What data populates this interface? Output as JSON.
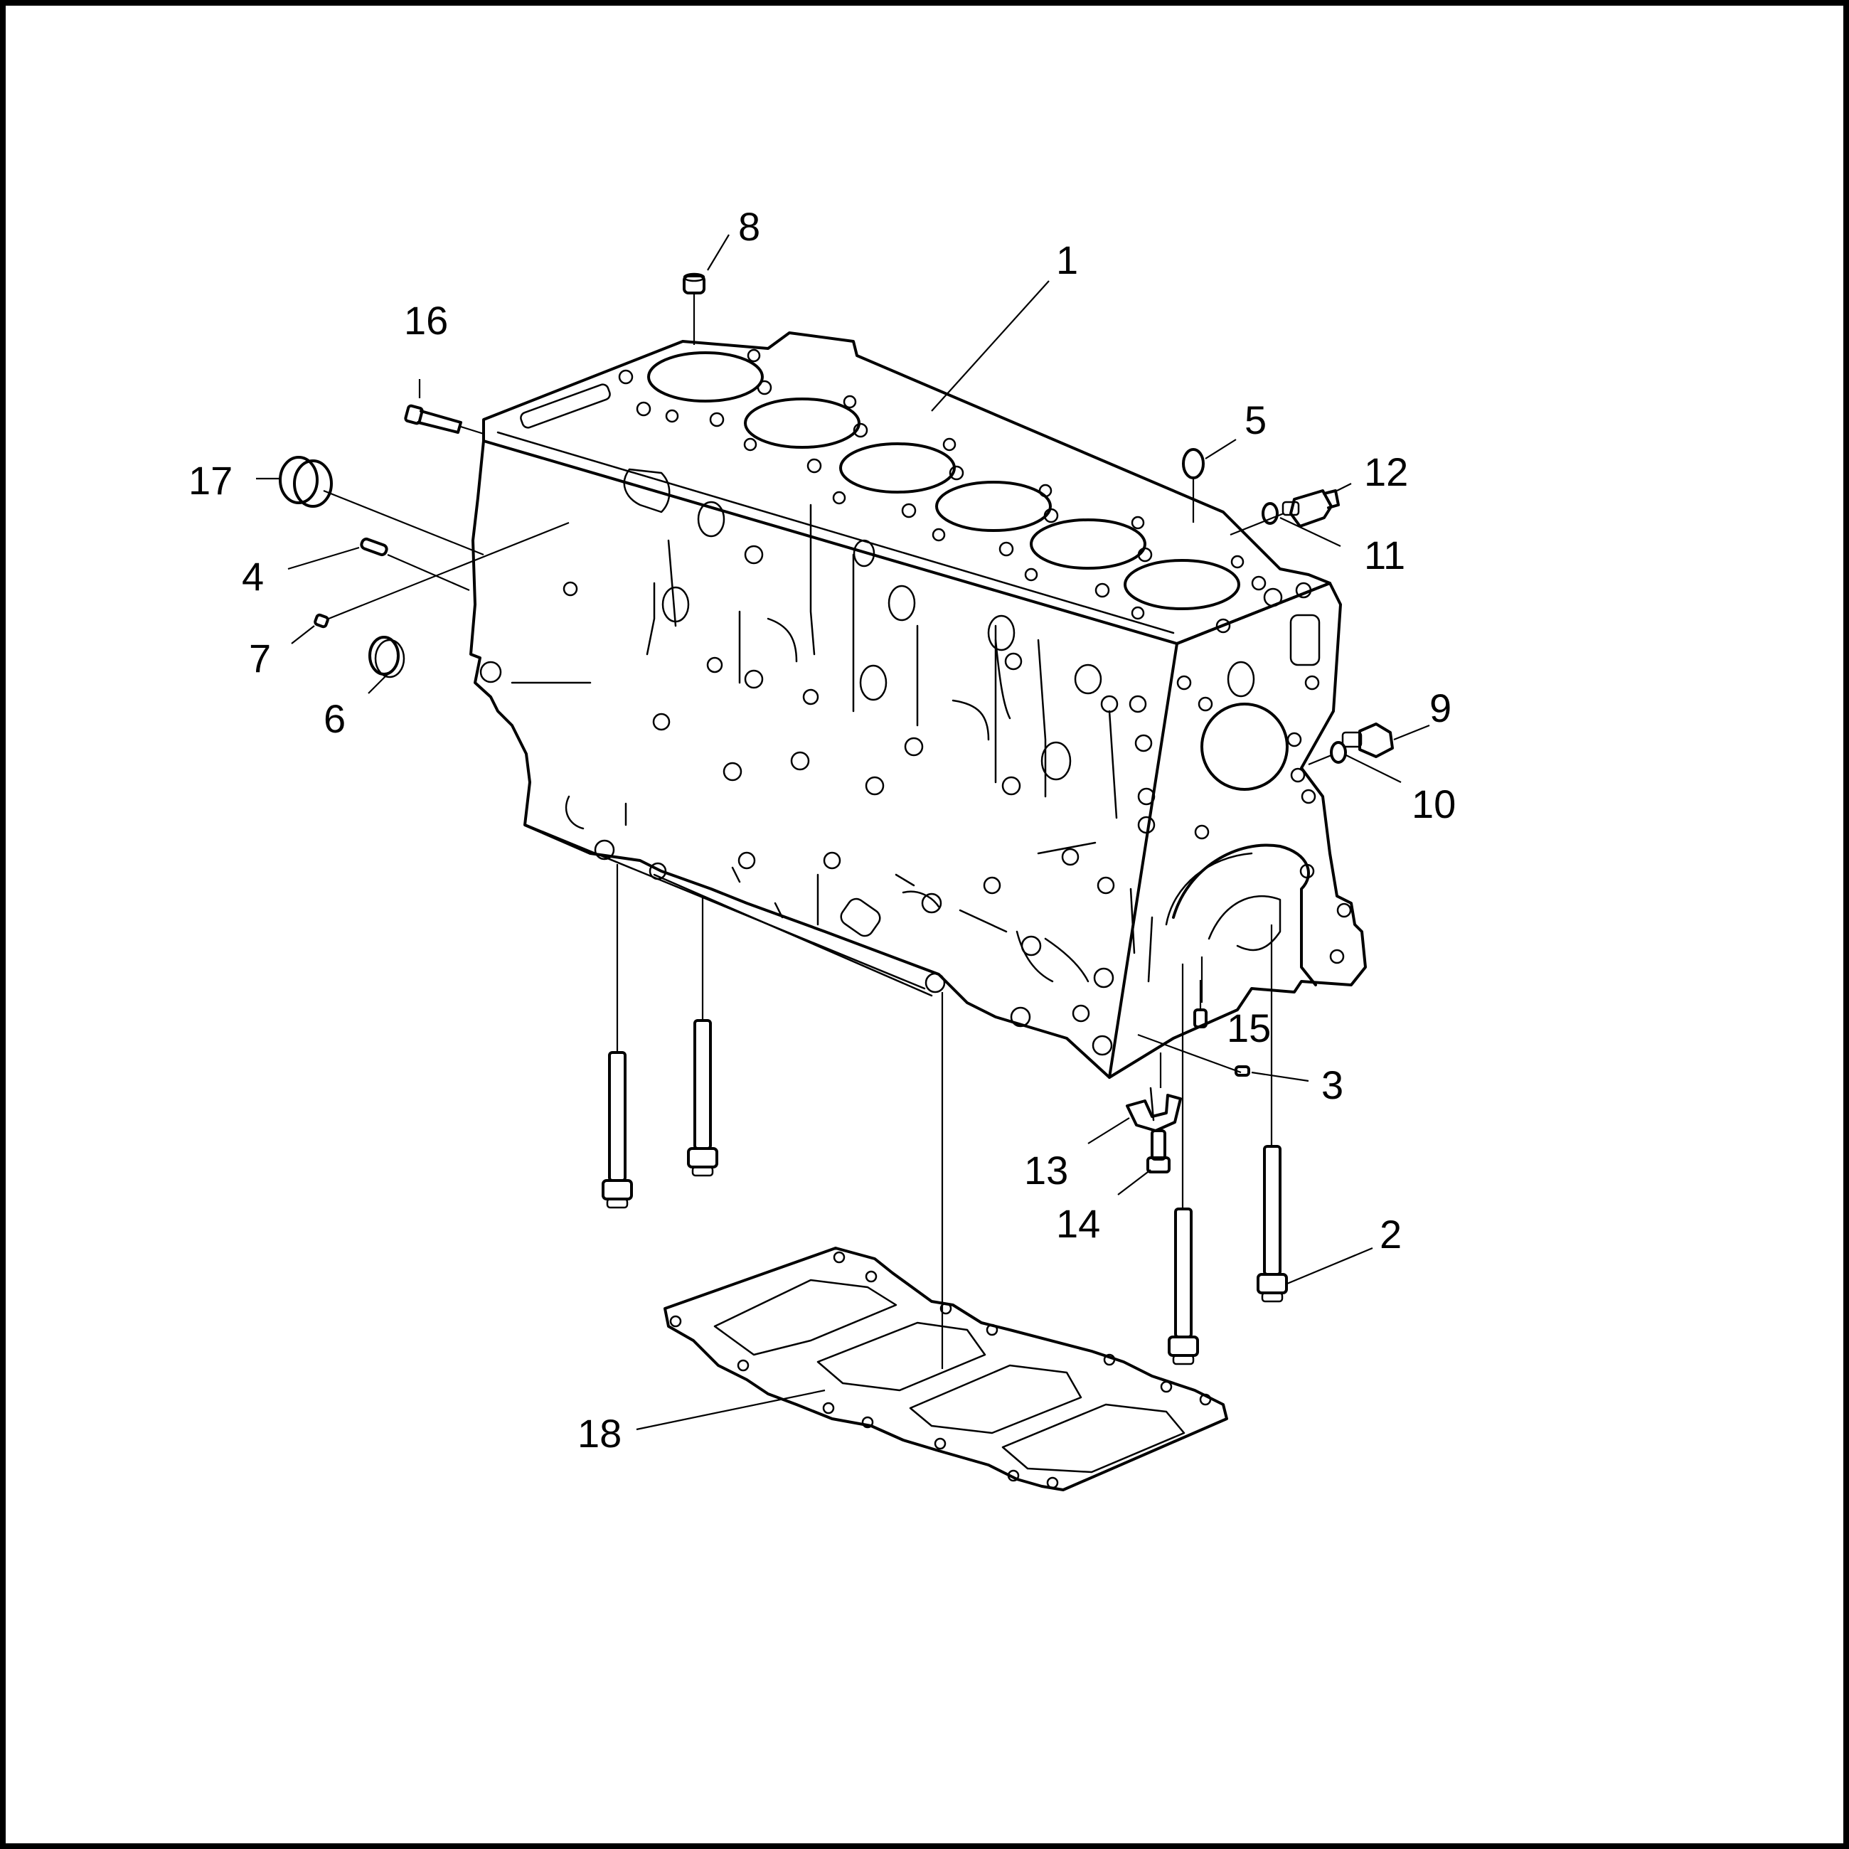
{
  "diagram": {
    "callouts": [
      {
        "id": "c1",
        "text": "1"
      },
      {
        "id": "c2",
        "text": "2"
      },
      {
        "id": "c3",
        "text": "3"
      },
      {
        "id": "c4",
        "text": "4"
      },
      {
        "id": "c5",
        "text": "5"
      },
      {
        "id": "c6",
        "text": "6"
      },
      {
        "id": "c7",
        "text": "7"
      },
      {
        "id": "c8",
        "text": "8"
      },
      {
        "id": "c9",
        "text": "9"
      },
      {
        "id": "c10",
        "text": "10"
      },
      {
        "id": "c11",
        "text": "11"
      },
      {
        "id": "c12",
        "text": "12"
      },
      {
        "id": "c13",
        "text": "13"
      },
      {
        "id": "c14",
        "text": "14"
      },
      {
        "id": "c15",
        "text": "15"
      },
      {
        "id": "c16",
        "text": "16"
      },
      {
        "id": "c17",
        "text": "17"
      },
      {
        "id": "c18",
        "text": "18"
      }
    ],
    "colors": {
      "line": "#000000",
      "background": "#ffffff"
    }
  }
}
